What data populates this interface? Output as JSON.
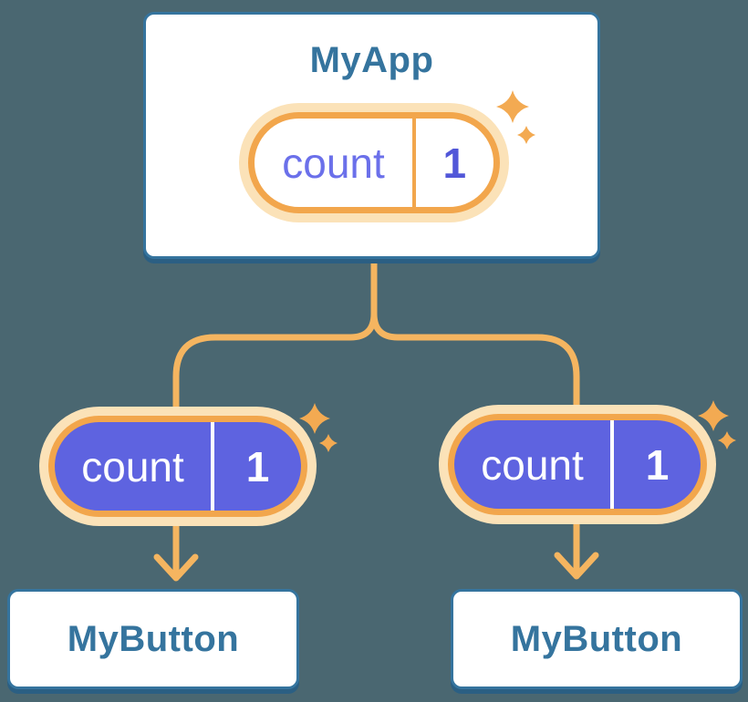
{
  "canvas": {
    "background": "#4A6771"
  },
  "colors": {
    "card_border_blue": "#35749E",
    "card_shadow_blue": "#2B5F83",
    "card_text_blue": "#35749E",
    "card_background": "#FFFFFF",
    "pill_border_orange": "#F2A64C",
    "pill_glow_cream": "#FBE2B8",
    "connector_orange": "#F5B560",
    "sparkle_orange": "#F3AA52",
    "pill_fill_purple": "#5E63E0",
    "root_pill_label_purple": "#6B70EA",
    "root_pill_value_purple": "#5157D8"
  },
  "root_component": {
    "title": "MyApp",
    "state": {
      "label": "count",
      "value": "1"
    }
  },
  "children": [
    {
      "title": "MyButton",
      "state": {
        "label": "count",
        "value": "1"
      }
    },
    {
      "title": "MyButton",
      "state": {
        "label": "count",
        "value": "1"
      }
    }
  ]
}
